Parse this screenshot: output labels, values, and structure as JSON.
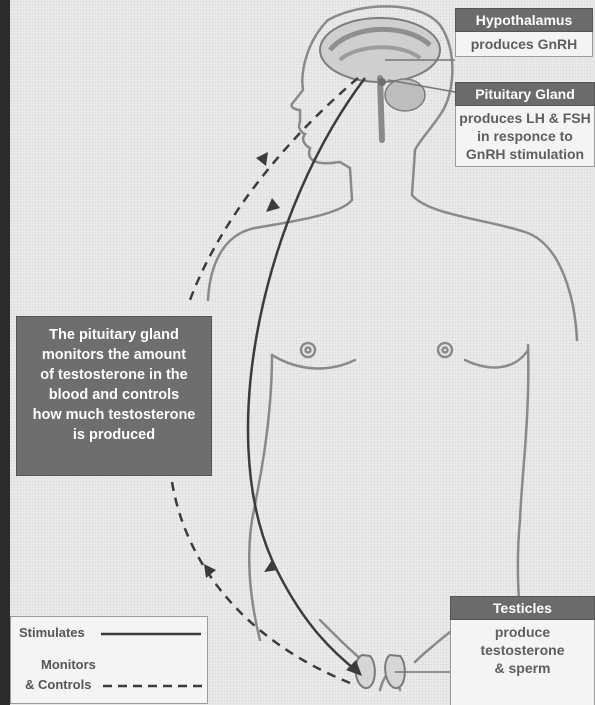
{
  "hypothalamus": {
    "title": "Hypothalamus",
    "text": "produces GnRH"
  },
  "pituitary": {
    "title": "Pituitary Gland",
    "line1": "produces LH & FSH",
    "line2": "in responce to",
    "line3": "GnRH stimulation"
  },
  "monitor_note": {
    "line1": "The pituitary gland",
    "line2": "monitors the amount",
    "line3": "of testosterone in the",
    "line4": "blood and controls",
    "line5": "how much testosterone",
    "line6": "is produced"
  },
  "testicles": {
    "title": "Testicles",
    "line1": "produce",
    "line2": "testosterone",
    "line3": "& sperm"
  },
  "legend": {
    "stimulates": "Stimulates",
    "monitors_line1": "Monitors",
    "monitors_line2": "& Controls"
  },
  "colors": {
    "label_header": "#6b6b6b",
    "label_body": "#f4f4f4",
    "arrow": "#3c3c3c",
    "body_outline": "#8a8a8a"
  }
}
